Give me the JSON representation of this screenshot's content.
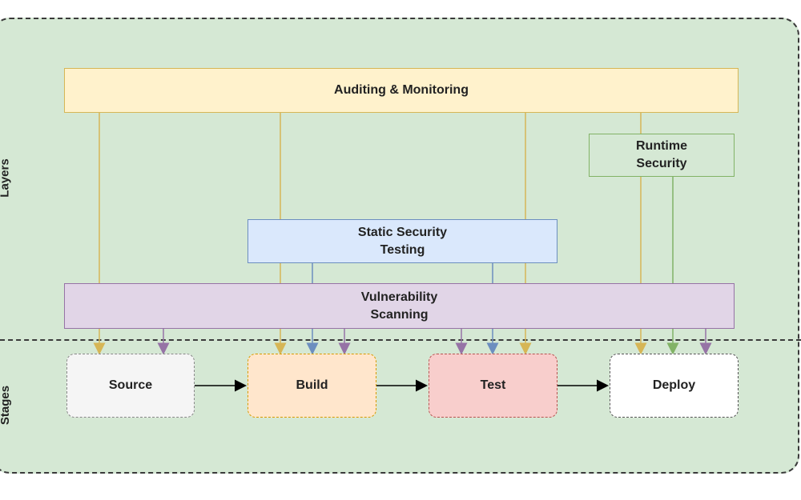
{
  "side_labels": {
    "layers": "Layers",
    "stages": "Stages"
  },
  "layers": {
    "auditing": "Auditing & Monitoring",
    "runtime": [
      "Runtime",
      "Security"
    ],
    "static": [
      "Static Security",
      "Testing"
    ],
    "vulnerability": [
      "Vulnerability",
      "Scanning"
    ]
  },
  "stages": {
    "source": "Source",
    "build": "Build",
    "test": "Test",
    "deploy": "Deploy"
  },
  "colors": {
    "auditing_line": "#d6b656",
    "static_line": "#6c8ebf",
    "vulnerability_line": "#9673a6",
    "runtime_line": "#82b366",
    "flow_arrow": "#000000"
  }
}
